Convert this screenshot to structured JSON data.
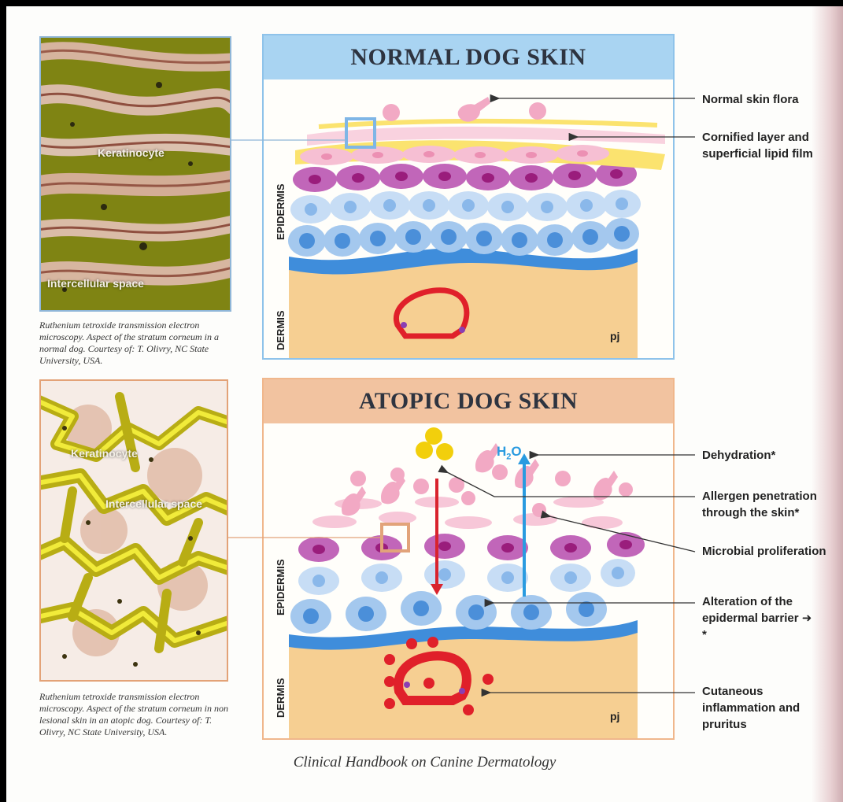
{
  "normal": {
    "title": "NORMAL DOG SKIN",
    "photo_label_1": "Keratinocyte",
    "photo_label_2": "Intercellular space",
    "caption": "Ruthenium tetroxide transmission electron microscopy. Aspect of the stratum corneum in a normal dog. Courtesy of: T. Olivry, NC State University, USA.",
    "epidermis_label": "EPIDERMIS",
    "dermis_label": "DERMIS",
    "initials": "pj",
    "annotations": [
      "Normal skin flora",
      "Cornified layer and superficial lipid film"
    ],
    "accent_color": "#6fb3e3"
  },
  "atopic": {
    "title": "ATOPIC DOG SKIN",
    "photo_label_1": "Keratinocyte",
    "photo_label_2": "Intercellular space",
    "caption": "Ruthenium tetroxide transmission electron microscopy. Aspect of the stratum corneum in non lesional skin in an atopic dog. Courtesy of: T. Olivry, NC State University, USA.",
    "epidermis_label": "EPIDERMIS",
    "dermis_label": "DERMIS",
    "initials": "pj",
    "h2o": {
      "main": "H",
      "sub": "2",
      "end": "O"
    },
    "annotations": [
      "Dehydration*",
      "Allergen penetration through the skin*",
      "Microbial proliferation",
      "Alteration of the epidermal barrier ➜ *",
      "Cutaneous inflammation and pruritus"
    ],
    "accent_color": "#e2a37a"
  },
  "footer": "Clinical Handbook on Canine Dermatology"
}
